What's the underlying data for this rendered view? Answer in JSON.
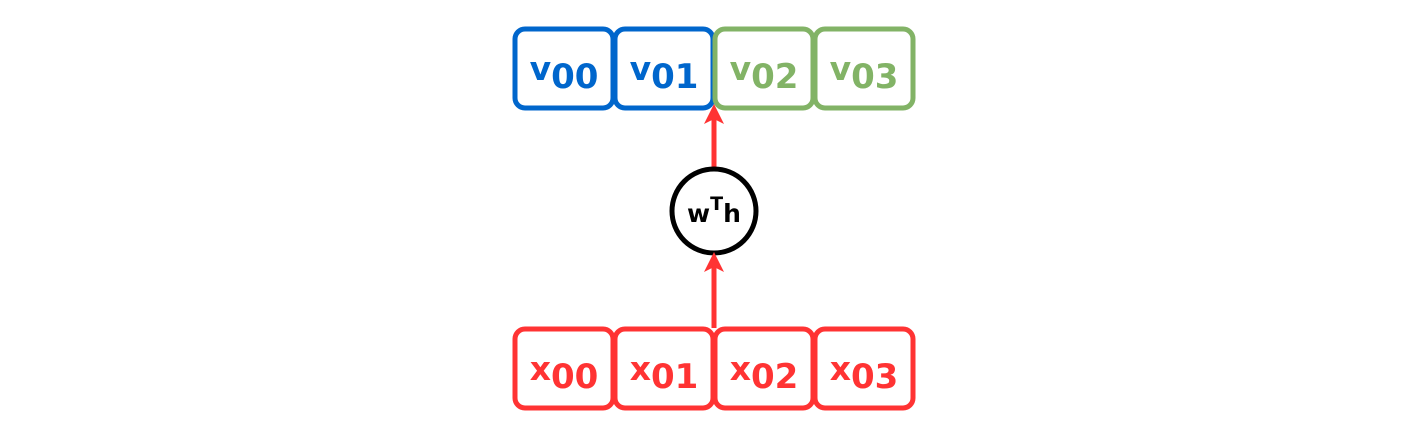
{
  "colors": {
    "blue": "#0066CC",
    "green": "#82B366",
    "red": "#FF3333",
    "black": "#000000",
    "arrow": "#FF3333"
  },
  "top_row": [
    {
      "base": "v",
      "sub": "00",
      "color": "blue"
    },
    {
      "base": "v",
      "sub": "01",
      "color": "blue"
    },
    {
      "base": "v",
      "sub": "02",
      "color": "green"
    },
    {
      "base": "v",
      "sub": "03",
      "color": "green"
    }
  ],
  "bottom_row": [
    {
      "base": "x",
      "sub": "00",
      "color": "red"
    },
    {
      "base": "x",
      "sub": "01",
      "color": "red"
    },
    {
      "base": "x",
      "sub": "02",
      "color": "red"
    },
    {
      "base": "x",
      "sub": "03",
      "color": "red"
    }
  ],
  "node": {
    "base": "w",
    "sup": "T",
    "tail": "h"
  }
}
